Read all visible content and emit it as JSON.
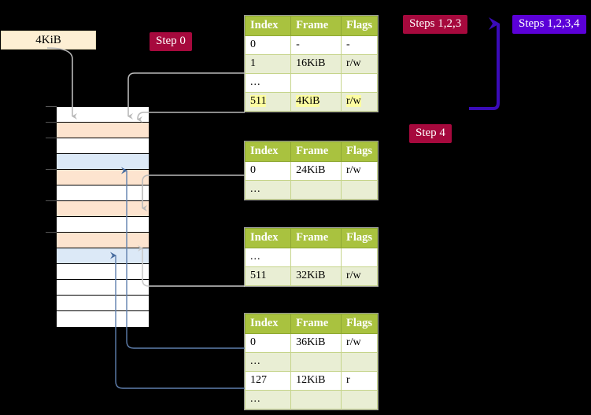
{
  "labels": {
    "kib_box": "4KiB",
    "step0": "Step 0",
    "step4": "Step 4",
    "steps123": "Steps 1,2,3",
    "steps1234": "Steps 1,2,3,4"
  },
  "colors": {
    "badge_red": "#a6093d",
    "badge_purple": "#5b00d8",
    "table_header": "#a9c23f",
    "table_row_alt": "#e9eed4",
    "highlight": "#fdfda0",
    "mem_peach": "#fde4cf",
    "mem_blue": "#dce9f7",
    "kib_box_bg": "#fdefd4",
    "wire_gray": "#b9b9b9",
    "wire_blue": "#5f7fad"
  },
  "tables": [
    {
      "id": "pml4",
      "columns": [
        "Index",
        "Frame",
        "Flags"
      ],
      "rows": [
        {
          "cells": [
            "0",
            "-",
            "-"
          ],
          "shade": "odd",
          "highlight": [
            false,
            false,
            false
          ]
        },
        {
          "cells": [
            "1",
            "16KiB",
            "r/w"
          ],
          "shade": "even",
          "highlight": [
            false,
            false,
            false
          ]
        },
        {
          "cells": [
            "...",
            "",
            ""
          ],
          "shade": "odd",
          "highlight": [
            false,
            false,
            false
          ]
        },
        {
          "cells": [
            "511",
            "4KiB",
            "r/w"
          ],
          "shade": "even",
          "highlight": [
            true,
            true,
            true
          ]
        }
      ]
    },
    {
      "id": "pdpt",
      "columns": [
        "Index",
        "Frame",
        "Flags"
      ],
      "rows": [
        {
          "cells": [
            "0",
            "24KiB",
            "r/w"
          ],
          "shade": "odd",
          "highlight": [
            false,
            false,
            false
          ]
        },
        {
          "cells": [
            "...",
            "",
            ""
          ],
          "shade": "even",
          "highlight": [
            false,
            false,
            false
          ]
        }
      ]
    },
    {
      "id": "pd",
      "columns": [
        "Index",
        "Frame",
        "Flags"
      ],
      "rows": [
        {
          "cells": [
            "...",
            "",
            ""
          ],
          "shade": "odd",
          "highlight": [
            false,
            false,
            false
          ]
        },
        {
          "cells": [
            "511",
            "32KiB",
            "r/w"
          ],
          "shade": "even",
          "highlight": [
            false,
            false,
            false
          ]
        }
      ]
    },
    {
      "id": "pt",
      "columns": [
        "Index",
        "Frame",
        "Flags"
      ],
      "rows": [
        {
          "cells": [
            "0",
            "36KiB",
            "r/w"
          ],
          "shade": "odd",
          "highlight": [
            false,
            false,
            false
          ]
        },
        {
          "cells": [
            "...",
            "",
            ""
          ],
          "shade": "even",
          "highlight": [
            false,
            false,
            false
          ]
        },
        {
          "cells": [
            "127",
            "12KiB",
            "r"
          ],
          "shade": "odd",
          "highlight": [
            false,
            false,
            false
          ]
        },
        {
          "cells": [
            "...",
            "",
            ""
          ],
          "shade": "even",
          "highlight": [
            false,
            false,
            false
          ]
        }
      ]
    }
  ],
  "memory": {
    "rows": [
      {
        "fill": "white"
      },
      {
        "fill": "peach"
      },
      {
        "fill": "white"
      },
      {
        "fill": "blue"
      },
      {
        "fill": "peach"
      },
      {
        "fill": "white"
      },
      {
        "fill": "peach"
      },
      {
        "fill": "white"
      },
      {
        "fill": "peach"
      },
      {
        "fill": "blue"
      },
      {
        "fill": "white"
      },
      {
        "fill": "white"
      },
      {
        "fill": "white"
      },
      {
        "fill": "white"
      }
    ]
  }
}
